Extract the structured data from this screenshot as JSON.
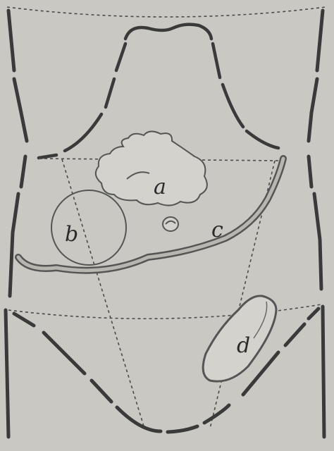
{
  "figure": {
    "background_color": "#c9c8c3",
    "ink_color": "#3a3a3a",
    "labels": {
      "a": "a",
      "b": "b",
      "c": "c",
      "d": "d"
    }
  }
}
